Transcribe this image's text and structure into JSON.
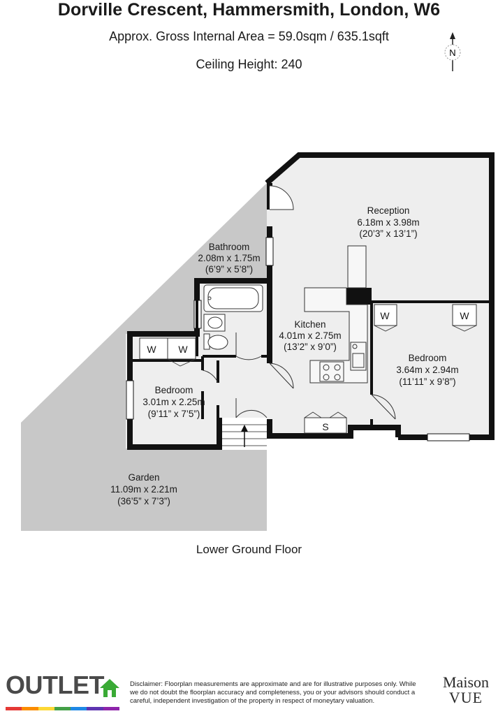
{
  "header": {
    "title": "Dorville Crescent, Hammersmith, London, W6",
    "area": "Approx. Gross Internal Area = 59.0sqm / 635.1sqft",
    "ceiling": "Ceiling Height: 240"
  },
  "compass": {
    "letter": "N"
  },
  "rooms": {
    "reception": {
      "name": "Reception",
      "metric": "6.18m x 3.98m",
      "imperial": "(20’3” x 13’1”)"
    },
    "bathroom": {
      "name": "Bathroom",
      "metric": "2.08m x 1.75m",
      "imperial": "(6’9” x 5’8”)"
    },
    "kitchen": {
      "name": "Kitchen",
      "metric": "4.01m x 2.75m",
      "imperial": "(13’2” x 9’0”)"
    },
    "bedroom_right": {
      "name": "Bedroom",
      "metric": "3.64m x 2.94m",
      "imperial": "(11’11” x 9’8”)"
    },
    "bedroom_left": {
      "name": "Bedroom",
      "metric": "3.01m x 2.25m",
      "imperial": "(9’11” x 7’5”)"
    },
    "garden": {
      "name": "Garden",
      "metric": "11.09m x 2.21m",
      "imperial": "(36’5” x 7’3”)"
    }
  },
  "fixtures": {
    "wardrobe": "W",
    "storage": "S"
  },
  "floor_label": "Lower Ground Floor",
  "footer": {
    "brand": "OUTLET",
    "disclaimer": "Disclaimer: Floorplan measurements are approximate and are for illustrative purposes only. While we do not doubt the floorplan accuracy and completeness, you or your advisors should conduct a careful, independent investigation of the property in respect of moneytary valuation.",
    "partner_line1": "Maison",
    "partner_line2": "VUE"
  },
  "colors": {
    "wall": "#111111",
    "room_fill": "#eeeeee",
    "garden_fill": "#c8c8c8",
    "brand_green": "#3aaa35"
  }
}
